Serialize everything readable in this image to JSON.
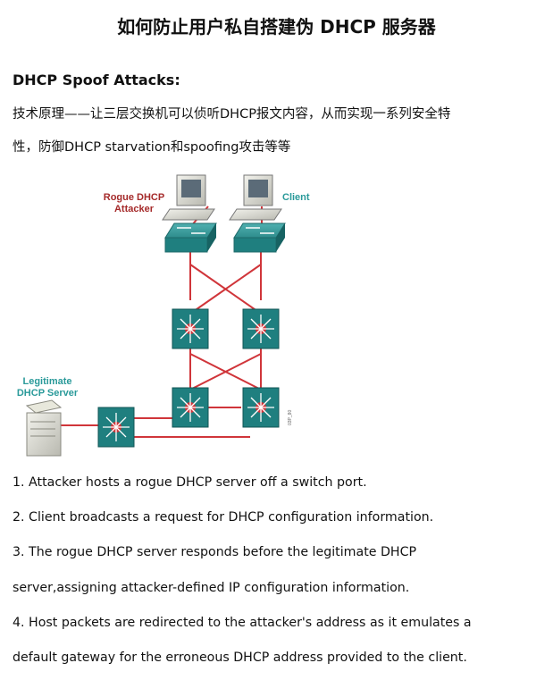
{
  "title": "如何防止用户私自搭建伪 DHCP 服务器",
  "section_heading": "DHCP Spoof Attacks:",
  "intro_line1": "技术原理——让三层交换机可以侦听DHCP报文内容，从而实现一系列安全特",
  "intro_line2": "性，防御DHCP starvation和spoofing攻击等等",
  "diagram": {
    "rogue_label_line1": "Rogue DHCP",
    "rogue_label_line2": "Attacker",
    "client_label": "Client",
    "legit_label_line1": "Legitimate",
    "legit_label_line2": "DHCP Server",
    "figure_code": "03P_80",
    "colors": {
      "link": "#d0353a",
      "switch_teal": "#2e8c8c",
      "layer3_teal": "#1f7f7f",
      "label_red": "#a52a2a",
      "label_teal": "#2a9a9a"
    }
  },
  "steps": [
    "1. Attacker hosts a rogue DHCP server off a switch port.",
    "2. Client broadcasts a request for DHCP configuration information.",
    "3. The rogue DHCP server responds before the legitimate DHCP",
    "server,assigning attacker-defined IP configuration information.",
    "4. Host packets are redirected to the attacker's address as it emulates a",
    "default gateway for the erroneous DHCP address provided to the client."
  ]
}
